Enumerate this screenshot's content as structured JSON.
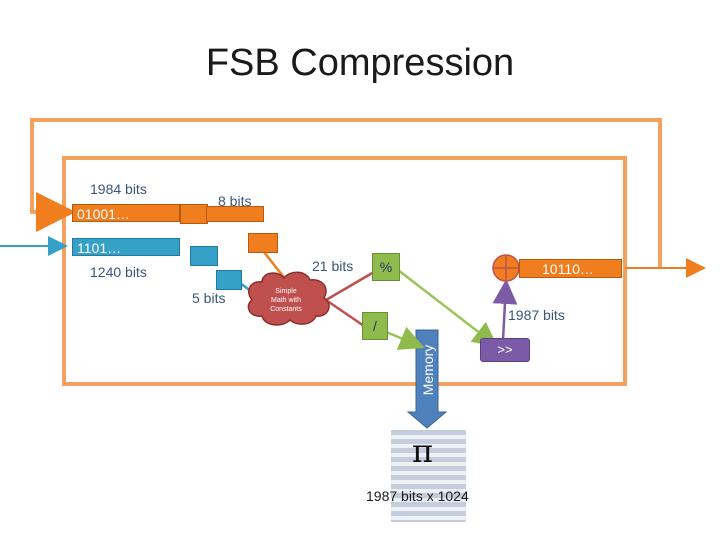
{
  "title": "FSB Compression",
  "labels": {
    "bits_1984": "1984 bits",
    "bits_8": "8 bits",
    "bits_1240": "1240 bits",
    "bits_5": "5 bits",
    "bits_21": "21 bits",
    "bits_1987": "1987 bits",
    "pi_table": "1987 bits x 1024"
  },
  "blocks": {
    "orange_bits": "01001…",
    "blue_bits": "1101…",
    "output_bits": "10110…"
  },
  "operators": {
    "modulo": "%",
    "divide": "/",
    "shift": ">>",
    "pi": "π"
  },
  "cloud_text": [
    "Simple",
    "Math with",
    "Constants"
  ],
  "memory_label": "Memory",
  "colors": {
    "orange": "#f07e1f",
    "blue": "#36a1c6",
    "green": "#8fbb4c",
    "purple": "#7b5ba5",
    "red": "#c0504d",
    "memory": "#4f81bd"
  }
}
